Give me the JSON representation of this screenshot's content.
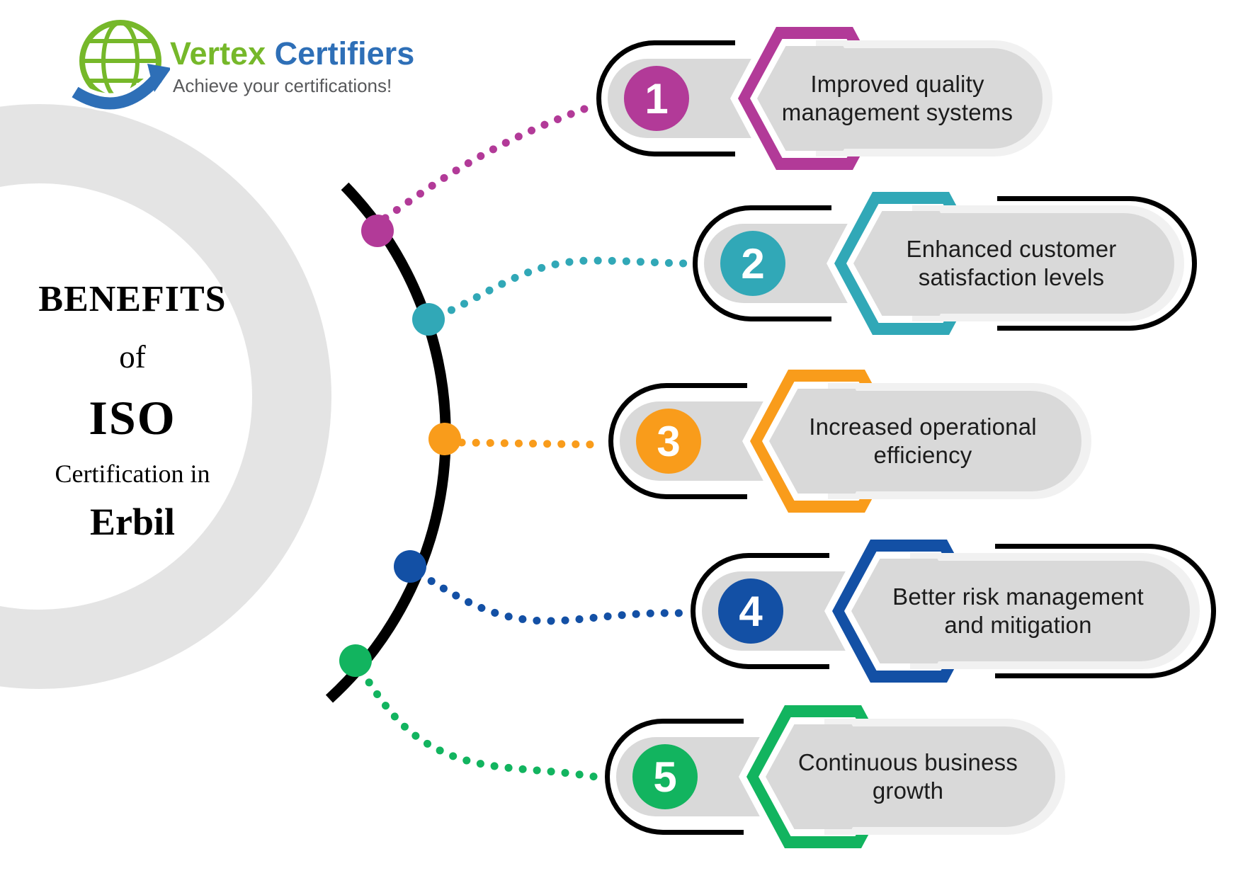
{
  "logo": {
    "brand_primary": "Vertex",
    "brand_secondary": "Certifiers",
    "tagline": "Achieve your certifications!",
    "green": "#76b82a",
    "blue": "#2e6fb7",
    "tagline_color": "#58595b"
  },
  "title": {
    "line1": "BENEFITS",
    "line2": "of",
    "line3": "ISO",
    "line4": "Certification in",
    "line5": "Erbil"
  },
  "items": [
    {
      "number": "1",
      "label": "Improved quality management systems",
      "color": "#b23a98"
    },
    {
      "number": "2",
      "label": "Enhanced customer satisfaction levels",
      "color": "#31a8b7"
    },
    {
      "number": "3",
      "label": "Increased operational efficiency",
      "color": "#f99c1b"
    },
    {
      "number": "4",
      "label": "Better risk management and mitigation",
      "color": "#1350a5"
    },
    {
      "number": "5",
      "label": "Continuous  business growth",
      "color": "#12b45f"
    }
  ],
  "colors": {
    "pill_gray": "#d9d9d9",
    "glow_gray": "#f1f1f1",
    "ring_gray": "#e4e4e4",
    "spine_black": "#000000",
    "text_dark": "#1c1c1c"
  }
}
